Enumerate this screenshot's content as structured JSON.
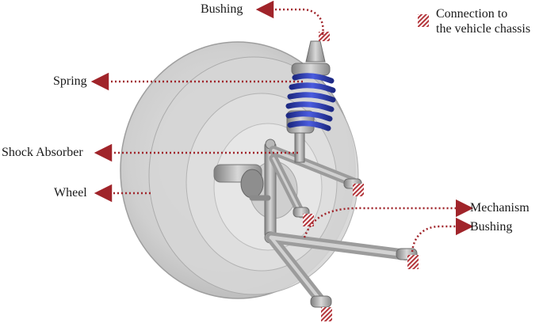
{
  "labels": {
    "bushing_top": "Bushing",
    "spring": "Spring",
    "shock_absorber": "Shock Absorber",
    "wheel": "Wheel",
    "mechanism": "Mechanism",
    "bushing_right": "Bushing"
  },
  "legend": {
    "line1": "Connection to",
    "line2": "the vehicle chassis"
  },
  "colors": {
    "leader": "#a0242a",
    "hatch": "#b4363c",
    "spring": "#2f3fb0",
    "tire": "#c9c9c9",
    "metal": "#9a9a9a"
  }
}
